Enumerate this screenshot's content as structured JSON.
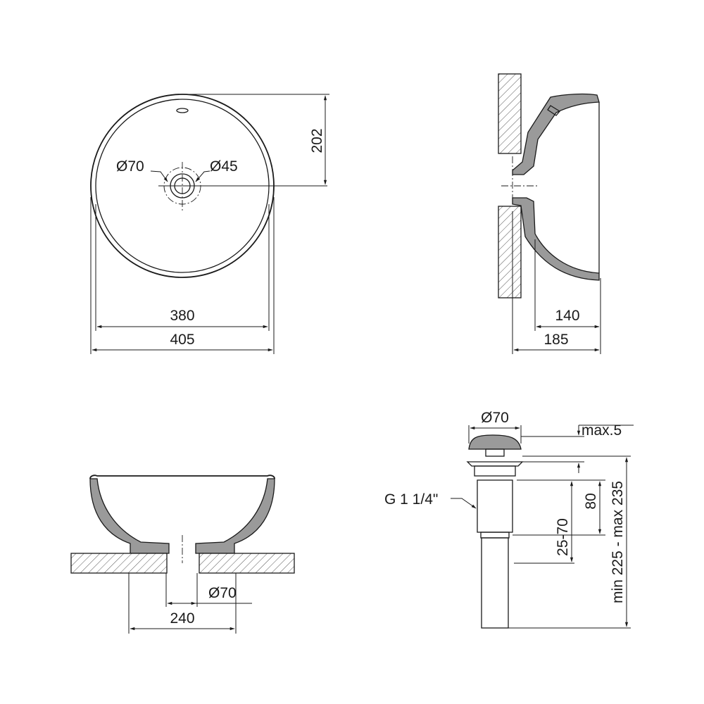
{
  "top_view": {
    "hole_overflow_label": "Ø70",
    "hole_drain_label": "Ø45",
    "dim_height_label": "202",
    "dim_inner_label": "380",
    "dim_outer_label": "405"
  },
  "side_view": {
    "dim_bowl_label": "140",
    "dim_total_label": "185"
  },
  "front_view": {
    "dim_hole_label": "Ø70",
    "dim_base_label": "240"
  },
  "drain_view": {
    "dim_cap_label": "Ø70",
    "dim_gap_label": "max.5",
    "thread_label": "G 1 1/4\"",
    "dim_thread_label": "80",
    "dim_range_label": "25-70",
    "dim_total_label": "min 225 - max 235"
  }
}
